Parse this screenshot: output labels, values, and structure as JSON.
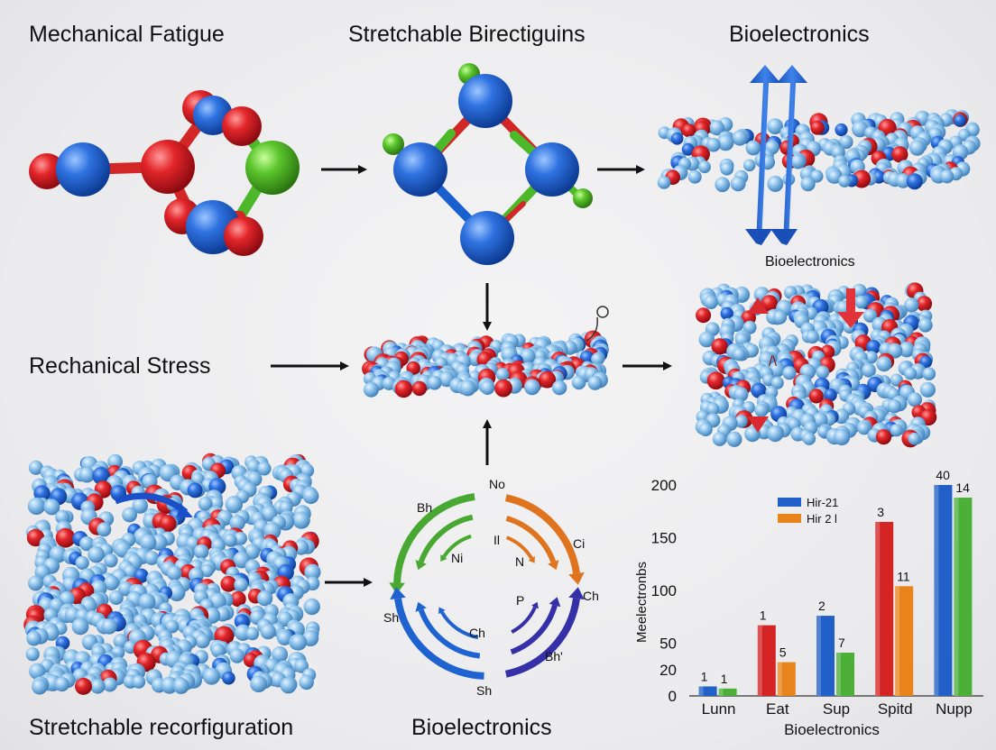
{
  "labels": {
    "mechanical_fatigue": "Mechanical Fatigue",
    "stretchable_birectiguins": "Stretchable Birectiguins",
    "bioelectronics_top": "Bioelectronics",
    "bioelectronics_small": "Bioelectronics",
    "rechanical_stress": "Rechanical Stress",
    "stretchable_reconfiguration": "Stretchable recorfiguration",
    "bioelectronics_bottom": "Bioelectronics"
  },
  "cycle": {
    "labels": [
      "No",
      "Bh",
      "Il",
      "Ci",
      "Ni",
      "N",
      "Ch",
      "P",
      "Sh",
      "Ch",
      "Bh'",
      "Sh"
    ],
    "colors": {
      "green": "#49a832",
      "orange": "#e0741e",
      "blue": "#1f63d0",
      "indigo": "#3630a8"
    }
  },
  "colors": {
    "oxygen_red": "#e02828",
    "carbon_blue": "#1a5fd0",
    "light_blue": "#8ec3ec",
    "green": "#5cc62e",
    "arrow_black": "#111111"
  },
  "chart_data": {
    "type": "bar",
    "categories": [
      "Lunn",
      "Eat",
      "Sup",
      "Spitd",
      "Nupp"
    ],
    "series": [
      {
        "name": "Hir-21",
        "values": [
          9,
          67,
          76,
          165,
          200
        ],
        "colors": [
          "#2060c8",
          "#d42424",
          "#2060c8",
          "#d42424",
          "#2060c8"
        ]
      },
      {
        "name": "Hir 2 l",
        "values": [
          7,
          32,
          41,
          104,
          188
        ],
        "colors": [
          "#4caf38",
          "#e8841c",
          "#4caf38",
          "#e8841c",
          "#4caf38"
        ]
      }
    ],
    "bar_labels": [
      [
        "1",
        "1"
      ],
      [
        "1",
        "5"
      ],
      [
        "2",
        "7"
      ],
      [
        "3",
        "11"
      ],
      [
        "40",
        "14"
      ]
    ],
    "yticks": [
      "0",
      "20",
      "50",
      "100",
      "150",
      "200"
    ],
    "ytick_values": [
      0,
      25,
      50,
      100,
      150,
      200
    ],
    "ylim": [
      0,
      200
    ],
    "ylabel": "Meelectronbs",
    "xlabel": "Bioelectronics",
    "legend_position": "top-left"
  }
}
